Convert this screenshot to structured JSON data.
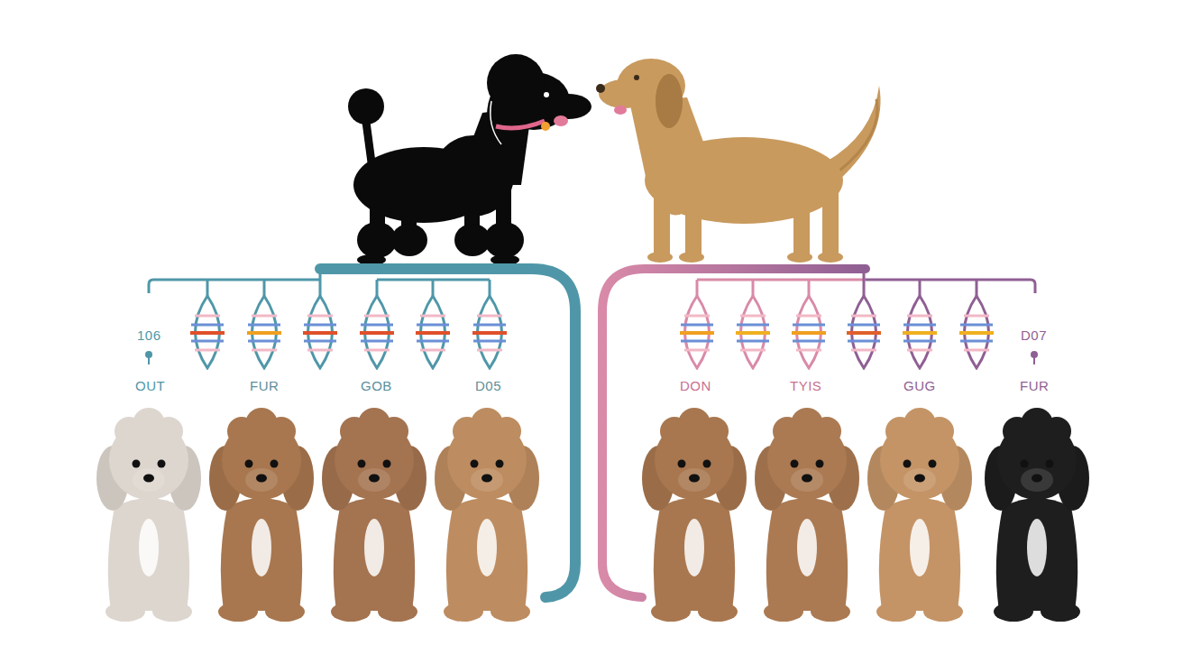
{
  "diagram": {
    "labels": [
      "106",
      "D07",
      "OUT",
      "FUR",
      "GOB",
      "D05",
      "DON",
      "TYIS",
      "GUG",
      "FUR"
    ]
  }
}
